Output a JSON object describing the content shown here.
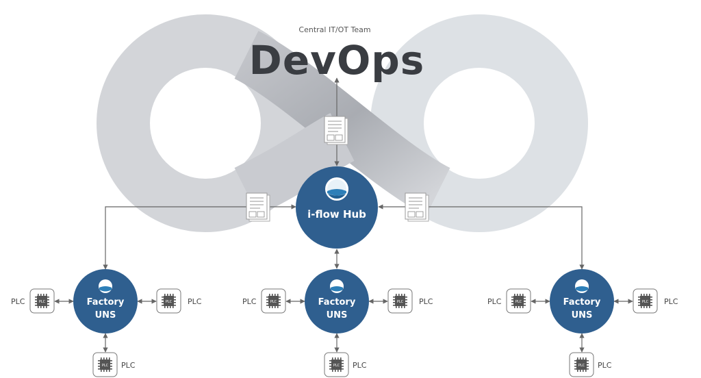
{
  "header": {
    "subtitle": "Central IT/OT Team",
    "title": "DevOps"
  },
  "hub": {
    "label": "i-flow Hub"
  },
  "factories": [
    {
      "label_line1": "Factory",
      "label_line2": "UNS",
      "plc_left": "PLC",
      "plc_right": "PLC",
      "plc_bottom": "PLC"
    },
    {
      "label_line1": "Factory",
      "label_line2": "UNS",
      "plc_left": "PLC",
      "plc_right": "PLC",
      "plc_bottom": "PLC"
    },
    {
      "label_line1": "Factory",
      "label_line2": "UNS",
      "plc_left": "PLC",
      "plc_right": "PLC",
      "plc_bottom": "PLC"
    }
  ],
  "plc_chip_text": "PLC",
  "colors": {
    "node_fill": "#2f5f8f",
    "infinity_loop": "#d4d6da",
    "connector": "#666666",
    "title": "#3a3d42"
  },
  "icons": {
    "hub_logo": "i-flow-logo-icon",
    "document": "code-document-icon",
    "plc": "plc-chip-icon"
  }
}
